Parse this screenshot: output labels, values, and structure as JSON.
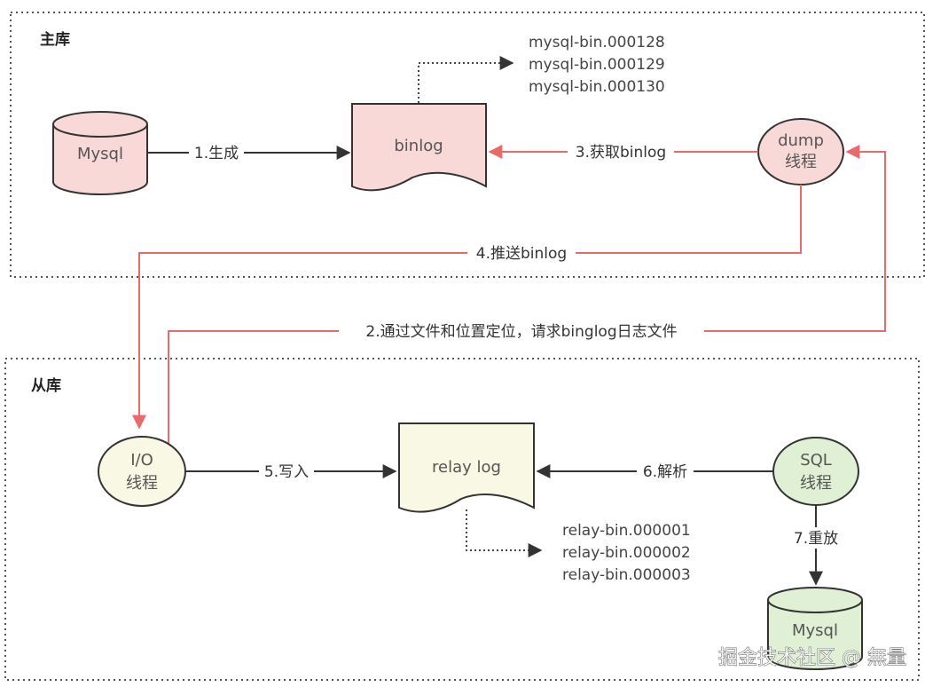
{
  "colors": {
    "master_fill": "#f8d9d8",
    "slave_fill": "#f8f8e4",
    "sql_fill": "#dff0d4",
    "red_line": "#e96a6a",
    "dark_line": "#333333"
  },
  "master": {
    "title": "主库",
    "mysql_label": "Mysql",
    "binlog_label": "binlog",
    "dump_label_line1": "dump",
    "dump_label_line2": "线程",
    "binlog_files": [
      "mysql-bin.000128",
      "mysql-bin.000129",
      "mysql-bin.000130"
    ]
  },
  "slave": {
    "title": "从库",
    "io_label_line1": "I/O",
    "io_label_line2": "线程",
    "relay_label": "relay log",
    "sql_label_line1": "SQL",
    "sql_label_line2": "线程",
    "mysql_label": "Mysql",
    "relay_files": [
      "relay-bin.000001",
      "relay-bin.000002",
      "relay-bin.000003"
    ]
  },
  "edges": {
    "e1": "1.生成",
    "e2": "2.通过文件和位置定位，请求binglog日志文件",
    "e3": "3.获取binlog",
    "e4": "4.推送binlog",
    "e5": "5.写入",
    "e6": "6.解析",
    "e7": "7.重放"
  },
  "watermark": "掘金技术社区 @ 無量"
}
